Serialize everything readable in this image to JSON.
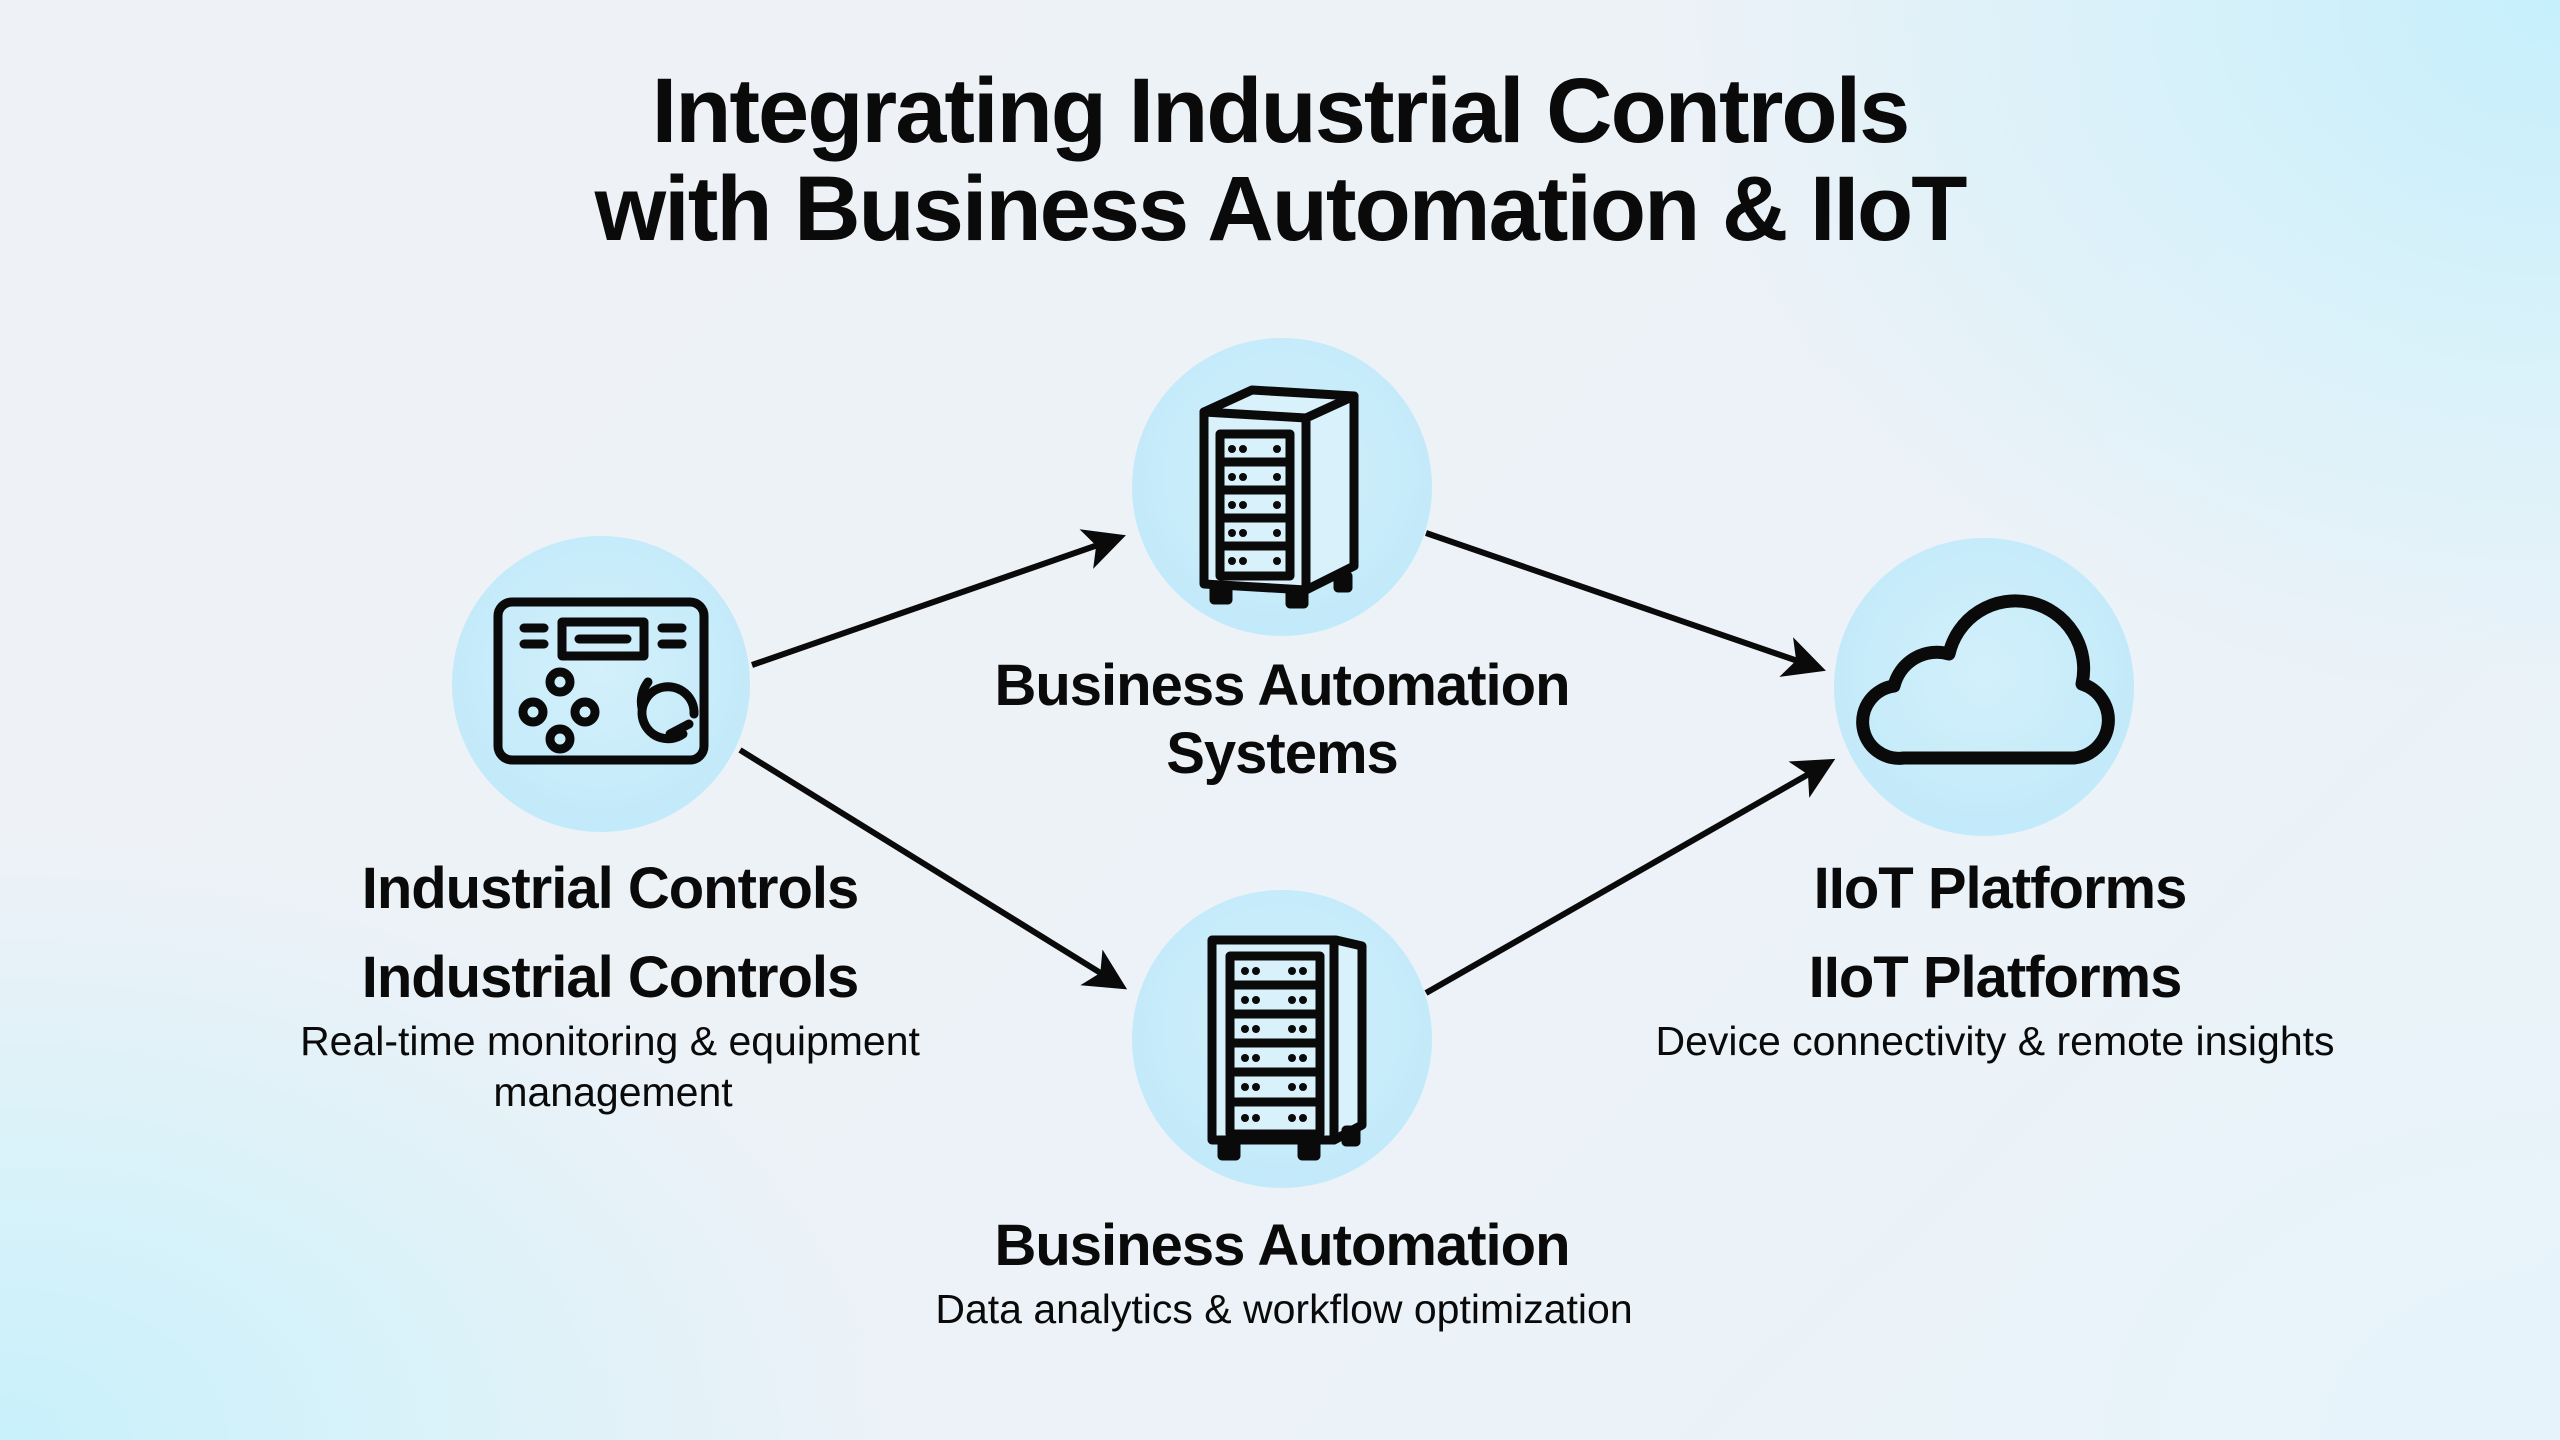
{
  "title": {
    "line1": "Integrating Industrial Controls",
    "line2": "with Business Automation & IIoT"
  },
  "colors": {
    "circle_fill": "#c3eafa",
    "stroke": "#0a0a0a",
    "bg_light": "#edf2f7",
    "bg_accent": "#c6f0fc"
  },
  "nodes": {
    "industrial_controls": {
      "icon": "control-panel-icon",
      "title_1": "Industrial Controls",
      "title_2": "Industrial Controls",
      "desc_line1": "Real-time monitoring & equipment",
      "desc_line2": "management"
    },
    "business_automation_systems": {
      "icon": "server-rack-icon",
      "title_line1": "Business Automation",
      "title_line2": "Systems"
    },
    "business_automation": {
      "icon": "server-rack-icon",
      "title": "Business Automation",
      "desc": "Data analytics & workflow optimization"
    },
    "iiot_platforms": {
      "icon": "cloud-icon",
      "title_1": "IIoT Platforms",
      "title_2": "IIoT Platforms",
      "desc": "Device connectivity & remote insights"
    }
  },
  "edges": [
    {
      "from": "Industrial Controls",
      "to": "Business Automation Systems"
    },
    {
      "from": "Industrial Controls",
      "to": "Business Automation"
    },
    {
      "from": "Business Automation Systems",
      "to": "IIoT Platforms"
    },
    {
      "from": "Business Automation",
      "to": "IIoT Platforms"
    }
  ]
}
